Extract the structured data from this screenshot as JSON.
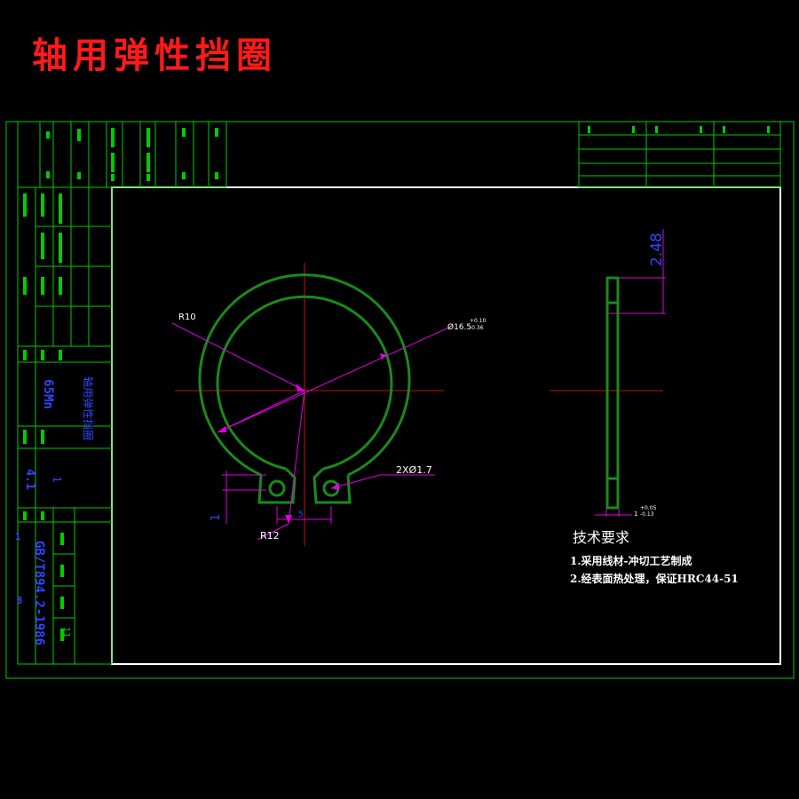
{
  "title": "轴用弹性挡圈",
  "colors": {
    "background": "#000000",
    "title": "#ff1a1a",
    "frame": "#00cc00",
    "inner_frame": "#ffffff",
    "part_outline": "#1a8a1a",
    "center_line": "#cc1111",
    "dimension": "#e000e0",
    "annotation_blue": "#3344ff",
    "text": "#ffffff"
  },
  "dimensions": {
    "r10": "R10",
    "dia": "Ø16.5",
    "dia_tol_upper": "+0.10",
    "dia_tol_lower": "-0.36",
    "holes": "2XØ1.7",
    "r12": "R12",
    "thickness": "2.48",
    "width": "1",
    "width_tol_upper": "+0.05",
    "width_tol_lower": "-0.13",
    "dim_1": "1",
    "dim_5": "5"
  },
  "title_block": {
    "material": "65Mn",
    "part_name": "轴用弹性挡圈",
    "standard": "GB/T894.2-1986",
    "weight": "4.1",
    "quantity": "1",
    "sheet_count": "11",
    "mark_1": "1",
    "mark_8": "8"
  },
  "tech_requirements": {
    "heading": "技术要求",
    "items": [
      "1.采用线材-冲切工艺制成",
      "2.经表面热处理，保证HRC44-51"
    ]
  }
}
